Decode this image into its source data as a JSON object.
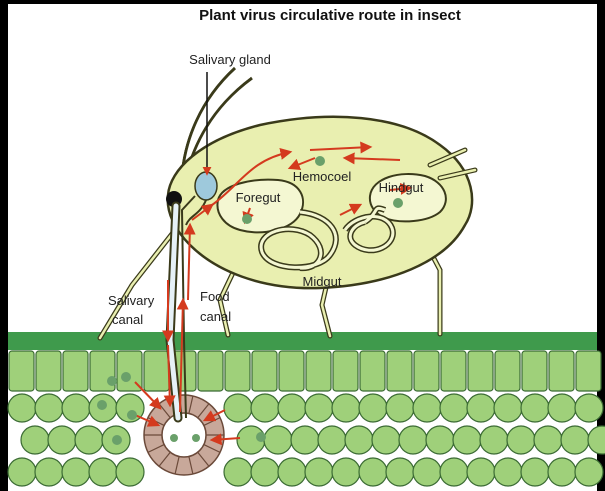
{
  "title": "Plant virus circulative route in insect",
  "labels": {
    "salivary_gland": "Salivary gland",
    "foregut": "Foregut",
    "hemocoel": "Hemocoel",
    "hindgut": "Hindgut",
    "midgut": "Midgut",
    "salivary_canal_1": "Salivary",
    "salivary_canal_2": "canal",
    "food_canal_1": "Food",
    "food_canal_2": "canal"
  },
  "colors": {
    "frame": "#000000",
    "background": "#ffffff",
    "aphid_body": "#e9efb0",
    "aphid_outline": "#3a3a1a",
    "gut_fill": "#f4f7d2",
    "salivary_gland": "#9ec9dc",
    "arrow": "#d43a1e",
    "virus": "#6aa06a",
    "leaf_epidermis": "#3f9a4c",
    "leaf_cells": "#9fd07a",
    "leaf_cell_outline": "#3b6b34",
    "phloem_ring": "#c8a89a"
  }
}
